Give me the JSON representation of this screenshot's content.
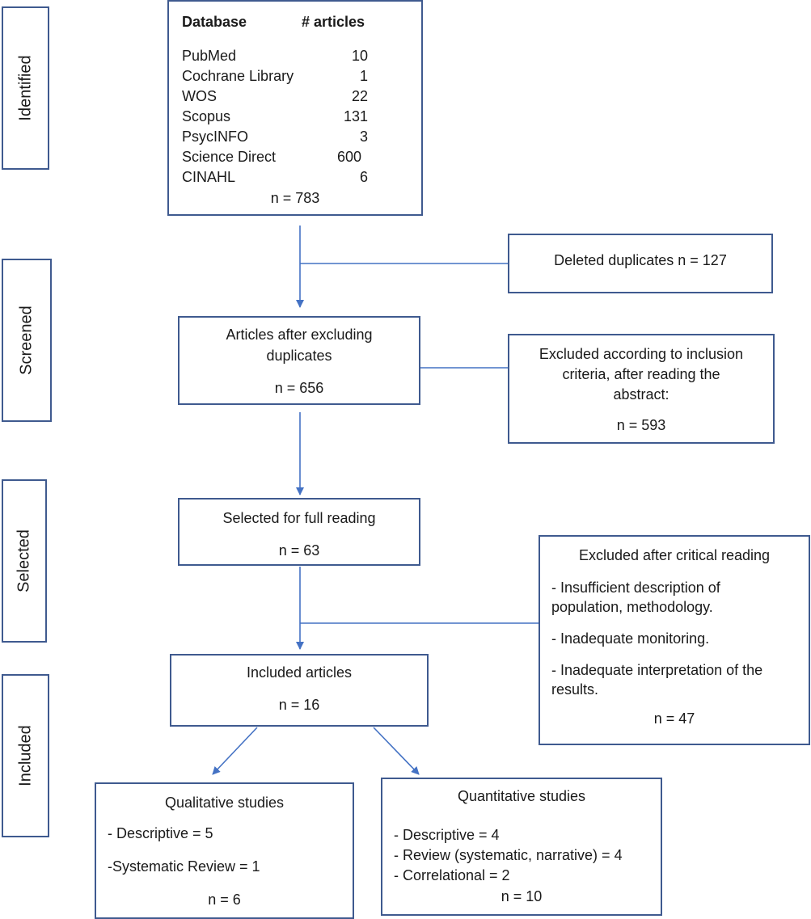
{
  "stages": {
    "identified": "Identified",
    "screened": "Screened",
    "selected": "Selected",
    "included": "Included"
  },
  "databases": {
    "header_db": "Database",
    "header_count": "# articles",
    "rows": [
      {
        "name": "PubMed",
        "count": "10"
      },
      {
        "name": "Cochrane Library",
        "count": "1"
      },
      {
        "name": "WOS",
        "count": "22"
      },
      {
        "name": "Scopus",
        "count": "131"
      },
      {
        "name": "PsycINFO",
        "count": "3"
      },
      {
        "name": "Science Direct",
        "count": "600"
      },
      {
        "name": "CINAHL",
        "count": "6"
      }
    ],
    "total": "n = 783"
  },
  "deleted_duplicates": "Deleted duplicates n = 127",
  "after_duplicates": {
    "line1": "Articles after excluding",
    "line2": "duplicates",
    "n": "n = 656"
  },
  "excluded_abstract": {
    "line1": "Excluded according to inclusion",
    "line2": "criteria, after reading the",
    "line3": "abstract:",
    "n": "n = 593"
  },
  "full_reading": {
    "title": "Selected for full reading",
    "n": "n = 63"
  },
  "excluded_critical": {
    "title": "Excluded after critical reading",
    "item1_line1": "- Insufficient description of",
    "item1_line2": "population, methodology.",
    "item2": "- Inadequate monitoring.",
    "item3_line1": "- Inadequate interpretation of the",
    "item3_line2": "results.",
    "n": "n = 47"
  },
  "included": {
    "title": "Included articles",
    "n": "n = 16"
  },
  "qualitative": {
    "title": "Qualitative studies",
    "item1": "- Descriptive = 5",
    "item2": "-Systematic Review = 1",
    "n": "n = 6"
  },
  "quantitative": {
    "title": "Quantitative studies",
    "item1": "- Descriptive = 4",
    "item2": "- Review (systematic, narrative) = 4",
    "item3": "- Correlational = 2",
    "n": "n = 10"
  }
}
